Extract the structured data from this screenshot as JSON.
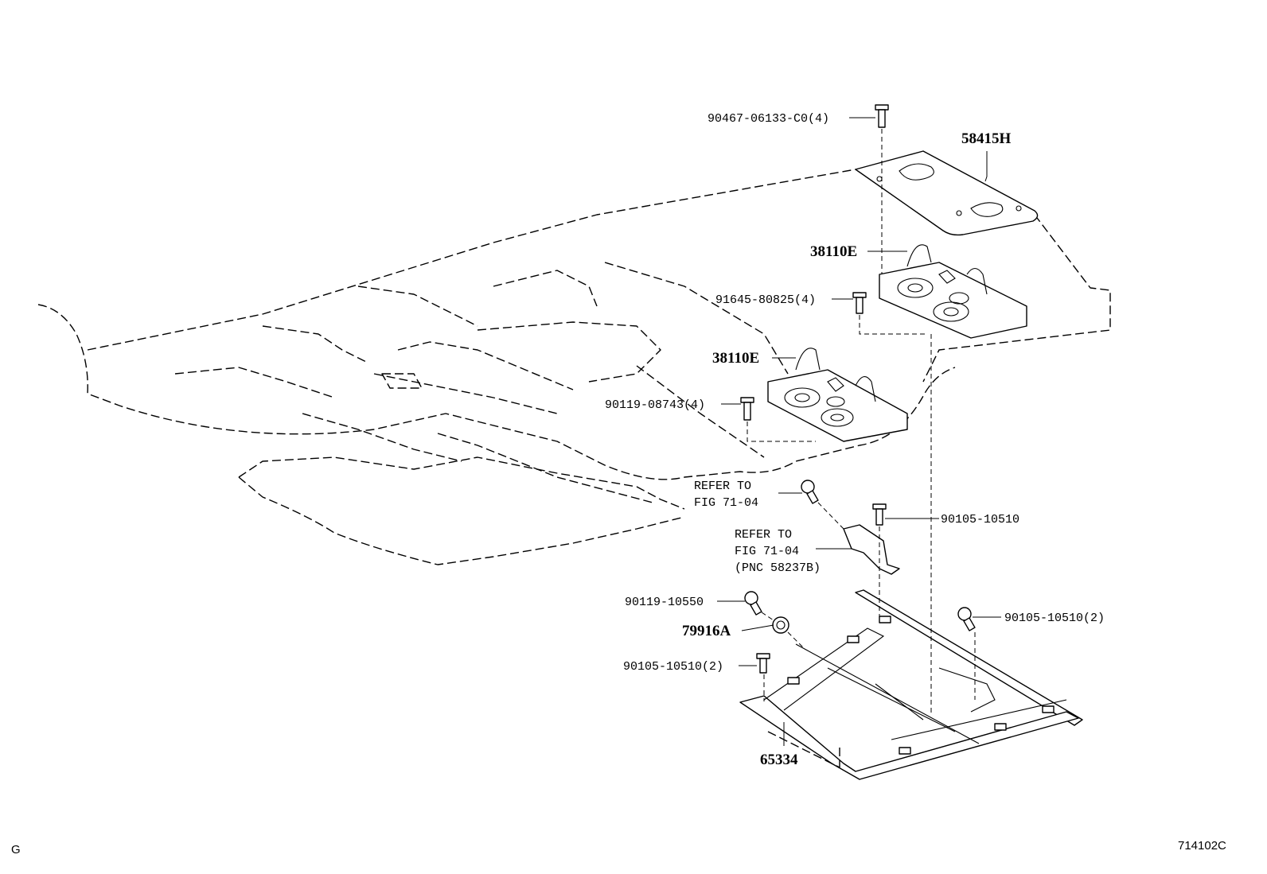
{
  "labels": {
    "p90467": "90467-06133-C0(4)",
    "p58415H": "58415H",
    "p38110E_top": "38110E",
    "p91645": "91645-80825(4)",
    "p38110E_mid": "38110E",
    "p90119_08743": "90119-08743(4)",
    "refer1_line1": "REFER TO",
    "refer1_line2": "FIG 71-04",
    "p90105_10510": "90105-10510",
    "refer2_line1": "REFER TO",
    "refer2_line2": "FIG 71-04",
    "refer2_line3": "(PNC 58237B)",
    "p90119_10550": "90119-10550",
    "p79916A": "79916A",
    "p90105_10510_2_right": "90105-10510(2)",
    "p90105_10510_2_left": "90105-10510(2)",
    "p65334": "65334"
  },
  "corner": {
    "left": "G",
    "right": "714102C"
  }
}
